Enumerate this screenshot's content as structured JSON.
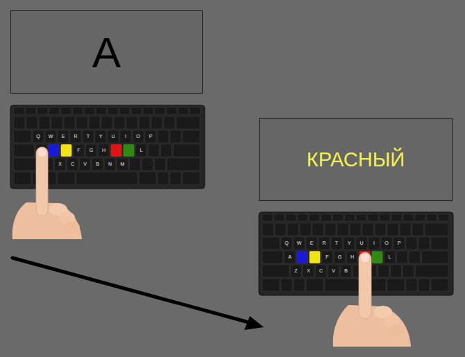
{
  "diagram": {
    "nodes": [
      {
        "text": [
          "A"
        ]
      },
      {
        "text": [
          "КРАСНЫЙ"
        ]
      }
    ],
    "labels": [
      "Q",
      "W",
      "E",
      "R",
      "T",
      "Y",
      "U",
      "I",
      "O",
      "P",
      "F",
      "G",
      "H",
      "L",
      "X",
      "C",
      "V",
      "B",
      "N",
      "M",
      "Q",
      "W",
      "E",
      "R",
      "T",
      "Y",
      "U",
      "I",
      "O",
      "P",
      "A",
      "F",
      "G",
      "H",
      "L",
      "Z",
      "X",
      "C",
      "V",
      "B"
    ]
  }
}
